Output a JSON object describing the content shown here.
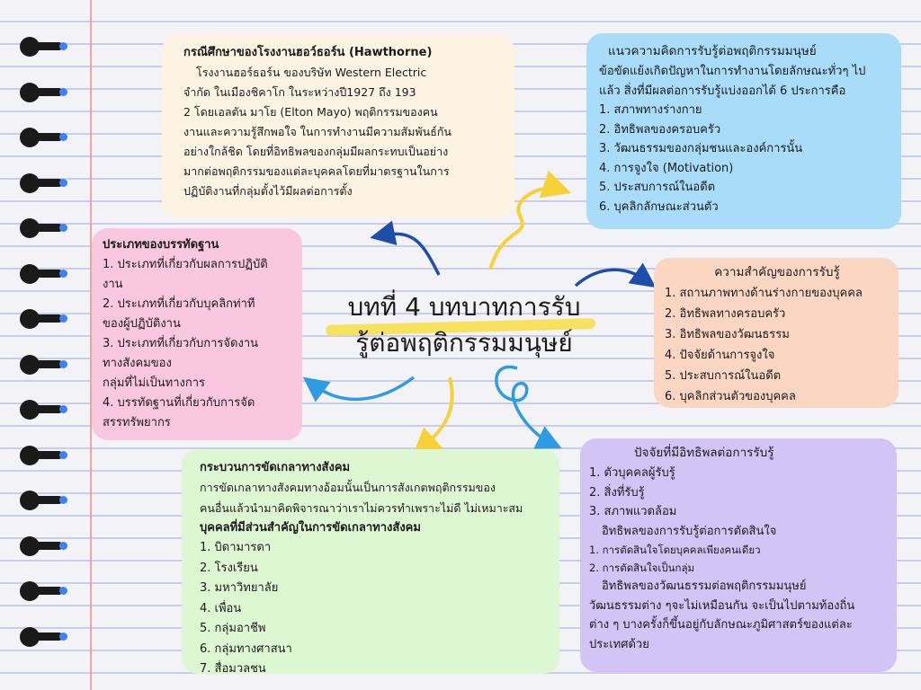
{
  "center_title": {
    "line1": "บทที่ 4 บทบาทการรับ",
    "line2": "รู้ต่อพฤติกรรมมนุษย์"
  },
  "hawthorne": {
    "title": "กรณีศึกษาของโรงงานฮอว์ธอร์น (Hawthorne)",
    "lines": [
      "โรงงานฮอร์ธอร์น ของบริษัท Western Electric",
      "จำกัด ในเมืองชิคาโก ในระหว่างปี1927 ถึง 193",
      "2 โดยเอลตัน มาโย (Elton Mayo) พฤติกรรมของคน",
      "งานและความรู้สึกพอใจ ในการทำงานมีความสัมพันธ์กัน",
      "อย่างใกล้ชิด โดยที่อิทธิพลของกลุ่มมีผลกระทบเป็นอย่าง",
      "มากต่อพฤติกรรมของแต่ละบุคคลโดยที่มาตรฐานในการ",
      "ปฏิบัติงานที่กลุ่มตั้งไว้มีผลต่อการตั้ง"
    ]
  },
  "concept": {
    "title": "แนวความคิดการรับรู้ต่อพฤติกรรมมนุษย์",
    "intro": [
      "ข้อขัดแย้งเกิดปัญหาในการทำงานโดยลักษณะทั่วๆ ไป",
      "แล้ว สิ่งที่มีผลต่อการรับรู้แบ่งออกได้ 6 ประการคือ"
    ],
    "items": [
      "1. สภาพทางร่างกาย",
      "2. อิทธิพลของครอบครัว",
      "3. วัฒนธรรมของกลุ่มชนและองค์การนั้น",
      "4. การจูงใจ (Motivation)",
      "5. ประสบการณ์ในอดีต",
      "6. บุคลิกลักษณะส่วนตัว"
    ]
  },
  "norms": {
    "title": "ประเภทของบรรทัดฐาน",
    "lines": [
      "1. ประเภทที่เกี่ยวกับผลการปฏิบัติ",
      "งาน",
      "2. ประเภทที่เกี่ยวกับบุคลิกท่าที",
      "ของผู้ปฏิบัติงาน",
      "3. ประเภทที่เกี่ยวกับการจัดงาน",
      "ทางสังคมของ",
      "กลุ่มที่ไม่เป็นทางการ",
      "4. บรรทัดฐานที่เกี่ยวกับการจัด",
      "สรรทรัพยากร"
    ]
  },
  "importance": {
    "title": "ความสำคัญของการรับรู้",
    "items": [
      "1. สถานภาพทางด้านร่างกายของบุคคล",
      "2. อิทธิพลทางครอบครัว",
      "3. อิทธิพลของวัฒนธรรม",
      "4. ปัจจัยด้านการจูงใจ",
      "5. ประสบการณ์ในอดีต",
      "6. บุคลิกส่วนตัวของบุคคล"
    ]
  },
  "social": {
    "title": "กระบวนการขัดเกลาทางสังคม",
    "desc": [
      "การขัดเกลาทางสังคมทางอ้อมนั้นเป็นการสังเกตพฤติกรรมของ",
      "คนอื่นแล้วนำมาคิดพิจารณาว่าเราไม่ควรทำเพราะไม่ดี ไม่เหมาะสม"
    ],
    "subtitle": "บุคคลที่มีส่วนสำคัญในการขัดเกลาทางสังคม",
    "items": [
      "1. บิดามารดา",
      "2. โรงเรียน",
      "3. มหาวิทยาลัย",
      "4. เพื่อน",
      "5. กลุ่มอาชีพ",
      "6. กลุ่มทางศาสนา",
      "7. สื่อมวลชน"
    ]
  },
  "factors": {
    "title": "ปัจจัยที่มีอิทธิพลต่อการรับรู้",
    "items": [
      "1. ตัวบุคคลผู้รับรู้",
      "2. สิ่งที่รับรู้",
      "3. สภาพแวดล้อม"
    ],
    "decision_title": "อิทธิพลของการรับรู้ต่อการตัดสินใจ",
    "decision_items": [
      "1. การตัดสินใจโดยบุคคลเพียงคนเดียว",
      "2. การตัดสินใจเป็นกลุ่ม"
    ],
    "culture_title": "อิทธิพลของวัฒนธรรมต่อพฤติกรรมมนุษย์",
    "culture_lines": [
      "วัฒนธรรมต่าง ๆจะไม่เหมือนกัน จะเป็นไปตามท้องถิ่น",
      "ต่าง ๆ บางครั้งก็ขึ้นอยู่กับลักษณะภูมิศาสตร์ของแต่ละ",
      "ประเทศด้วย"
    ]
  },
  "colors": {
    "blue_arrow": "#1e4fa8",
    "yellow_arrow": "#f7d13a",
    "light_blue_arrow": "#2f9be0"
  }
}
